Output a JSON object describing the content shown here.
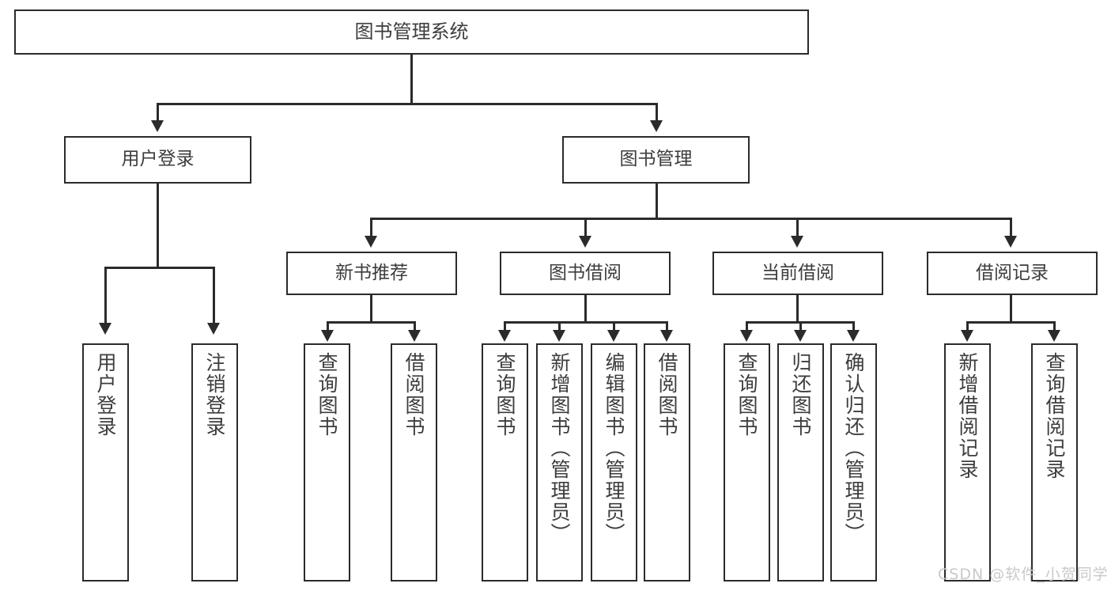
{
  "diagram": {
    "title": "图书管理系统",
    "type": "hierarchy-tree",
    "root": {
      "label": "图书管理系统"
    },
    "level1": [
      {
        "label": "用户登录"
      },
      {
        "label": "图书管理"
      }
    ],
    "level2": [
      {
        "label": "新书推荐"
      },
      {
        "label": "图书借阅"
      },
      {
        "label": "当前借阅"
      },
      {
        "label": "借阅记录"
      }
    ],
    "leaves": {
      "user_login": [
        {
          "label": "用户登录"
        },
        {
          "label": "注销登录"
        }
      ],
      "new_book_recommend": [
        {
          "label": "查询图书"
        },
        {
          "label": "借阅图书"
        }
      ],
      "book_borrow": [
        {
          "label": "查询图书"
        },
        {
          "label": "新增图书（管理员）"
        },
        {
          "label": "编辑图书（管理员）"
        },
        {
          "label": "借阅图书"
        }
      ],
      "current_borrow": [
        {
          "label": "查询图书"
        },
        {
          "label": "归还图书"
        },
        {
          "label": "确认归还（管理员）"
        }
      ],
      "borrow_record": [
        {
          "label": "新增借阅记录"
        },
        {
          "label": "查询借阅记录"
        }
      ]
    }
  },
  "watermark": {
    "text": "CSDN @软件_小贺同学"
  },
  "colors": {
    "border": "#2b2b2b",
    "text": "#3d3d3d",
    "background": "#ffffff",
    "watermark": "#c9c9c9"
  }
}
